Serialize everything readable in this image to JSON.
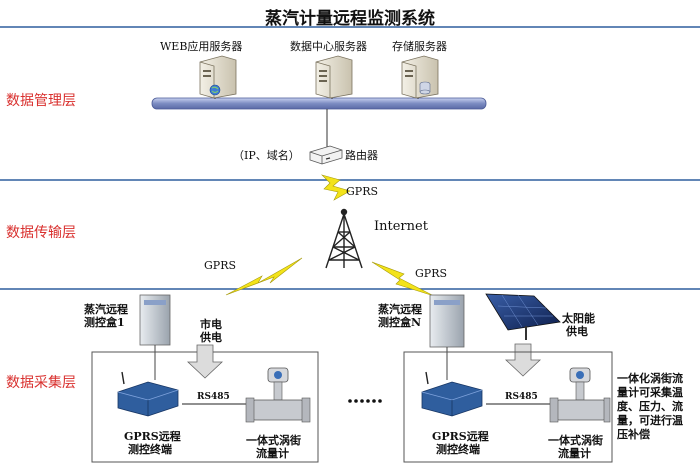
{
  "title": "蒸汽计量远程监测系统",
  "layers": {
    "management": "数据管理层",
    "transmission": "数据传输层",
    "collection": "数据采集层"
  },
  "servers": {
    "web": "WEB应用服务器",
    "data_center": "数据中心服务器",
    "storage": "存储服务器"
  },
  "router": {
    "prefix": "（IP、域名）",
    "label": "路由器"
  },
  "network": {
    "gprs_top": "GPRS",
    "internet": "Internet",
    "gprs_left": "GPRS",
    "gprs_right": "GPRS"
  },
  "left_site": {
    "box_line1": "蒸汽远程",
    "box_line2": "测控盒1",
    "power_line1": "市电",
    "power_line2": "供电",
    "link": "RS485",
    "terminal_line1": "GPRS远程",
    "terminal_line2": "测控终端",
    "meter_line1": "一体式涡街",
    "meter_line2": "流量计"
  },
  "right_site": {
    "box_line1": "蒸汽远程",
    "box_line2": "测控盒N",
    "power_line1": "太阳能",
    "power_line2": "供电",
    "link": "RS485",
    "terminal_line1": "GPRS远程",
    "terminal_line2": "测控终端",
    "meter_line1": "一体式涡街",
    "meter_line2": "流量计"
  },
  "ellipsis": "……",
  "note_lines": [
    "一体化涡街流",
    "量计可采集温",
    "度、压力、流",
    "量，可进行温",
    "压补偿"
  ],
  "colors": {
    "layer_label": "#d9302e",
    "divider": "#2f5e9e",
    "bus": "#7c8cc2",
    "lightning": "#f3e31a",
    "arrow_fill": "#dcdcdc"
  }
}
